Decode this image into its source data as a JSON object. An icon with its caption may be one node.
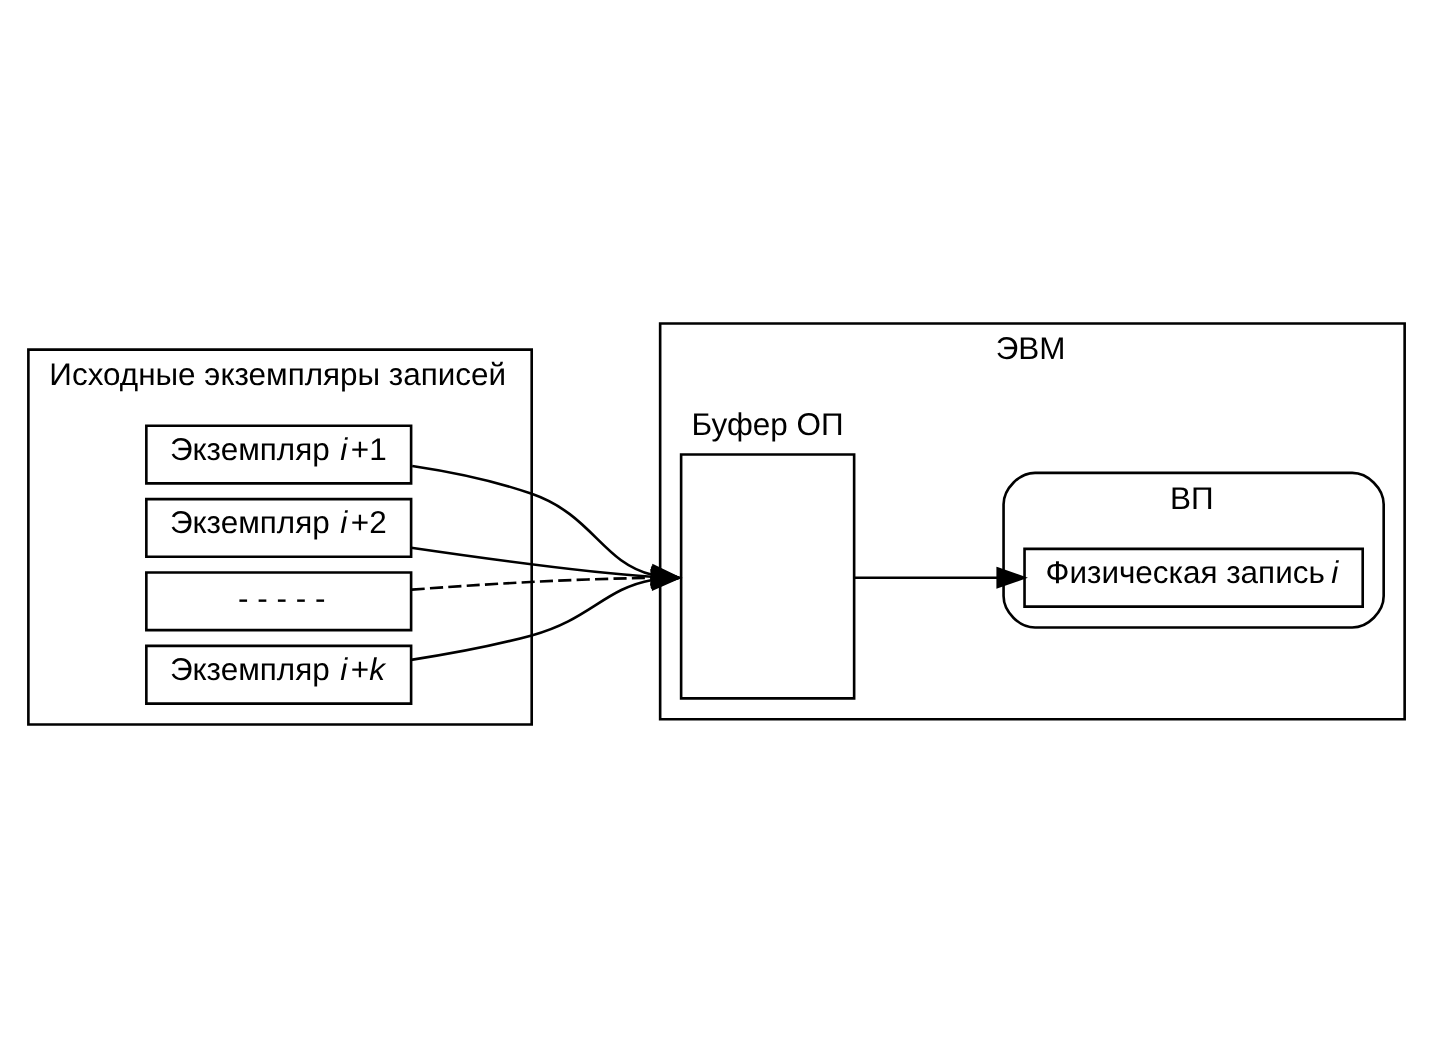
{
  "diagram": {
    "nodes": [
      {
        "text": [
          "Исходные экземпляры записей"
        ]
      },
      {
        "text": [
          "Экземпляр *i*+1"
        ],
        "in": 0
      },
      {
        "text": [
          "Экземпляр *i*+2"
        ],
        "in": 0
      },
      {
        "text": [
          "- - - - -"
        ],
        "in": 0
      },
      {
        "text": [
          "Экземпляр *i*+*k*"
        ],
        "in": 0
      },
      {
        "text": [
          "ЭВМ"
        ]
      },
      {
        "text": [
          "Буфер ОП"
        ],
        "in": 5
      },
      {
        "text": [
          "ВП"
        ],
        "in": 5
      },
      {
        "text": [
          "Физическая запись *i*"
        ],
        "in": 7
      }
    ],
    "edges": [
      {
        "from": 1,
        "to": 6,
        "arrow": "to"
      },
      {
        "from": 2,
        "to": 6,
        "arrow": "to"
      },
      {
        "from": 3,
        "to": 6,
        "arrow": "to",
        "style": "dashed"
      },
      {
        "from": 4,
        "to": 6,
        "arrow": "to"
      },
      {
        "from": 6,
        "to": 8,
        "arrow": "to"
      }
    ]
  }
}
